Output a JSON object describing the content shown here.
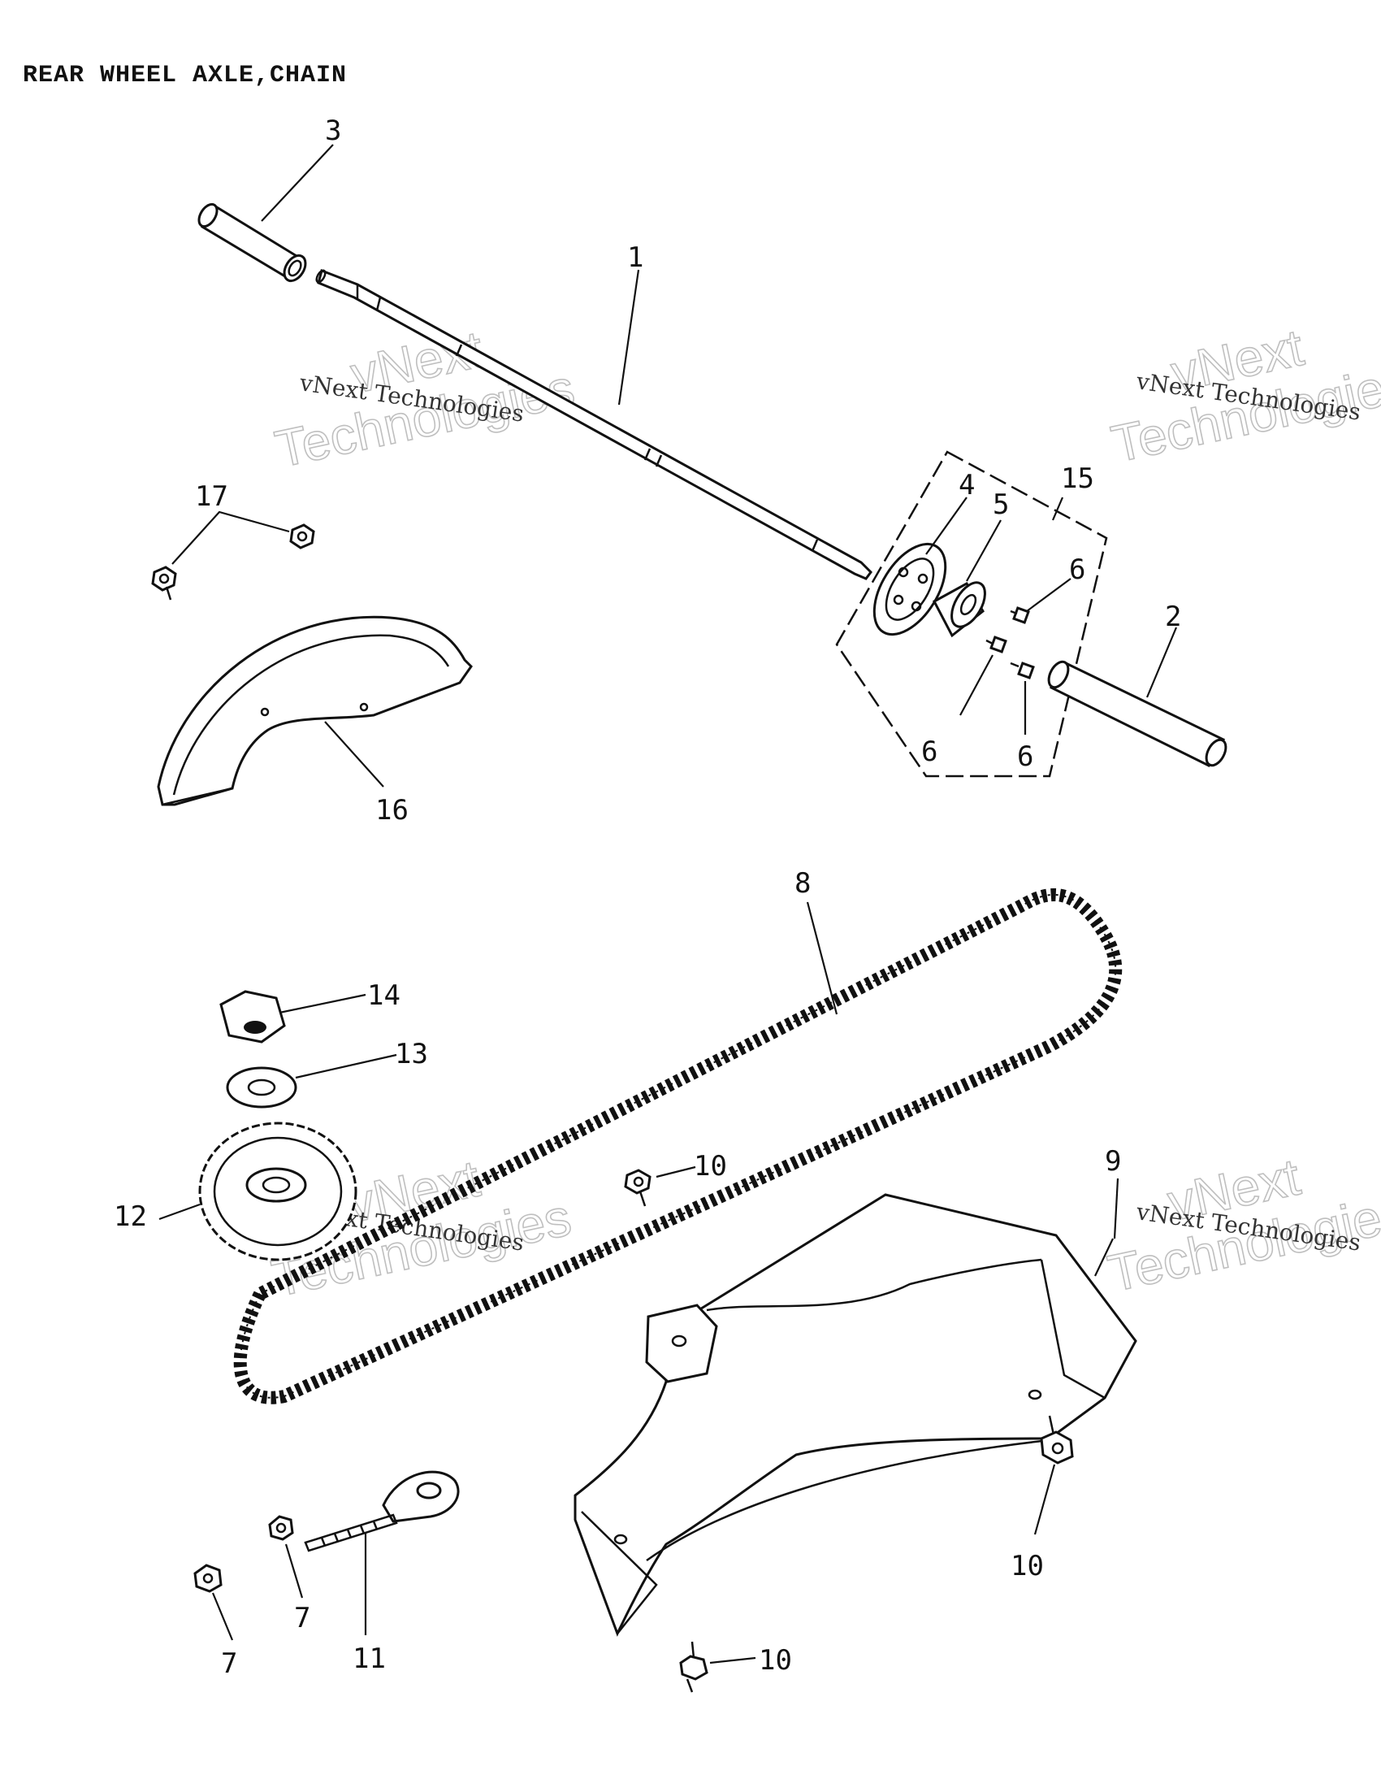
{
  "title": "REAR WHEEL AXLE,CHAIN",
  "watermark": {
    "line_small": "vNext Technologies",
    "line_big_1": "vNext",
    "line_big_2": "Technologies"
  },
  "callouts": {
    "c1": "1",
    "c2": "2",
    "c3": "3",
    "c4": "4",
    "c5": "5",
    "c6a": "6",
    "c6b": "6",
    "c6c": "6",
    "c7a": "7",
    "c7b": "7",
    "c8": "8",
    "c9": "9",
    "c10a": "10",
    "c10b": "10",
    "c10c": "10",
    "c11": "11",
    "c12": "12",
    "c13": "13",
    "c14": "14",
    "c15": "15",
    "c16": "16",
    "c17": "17"
  }
}
